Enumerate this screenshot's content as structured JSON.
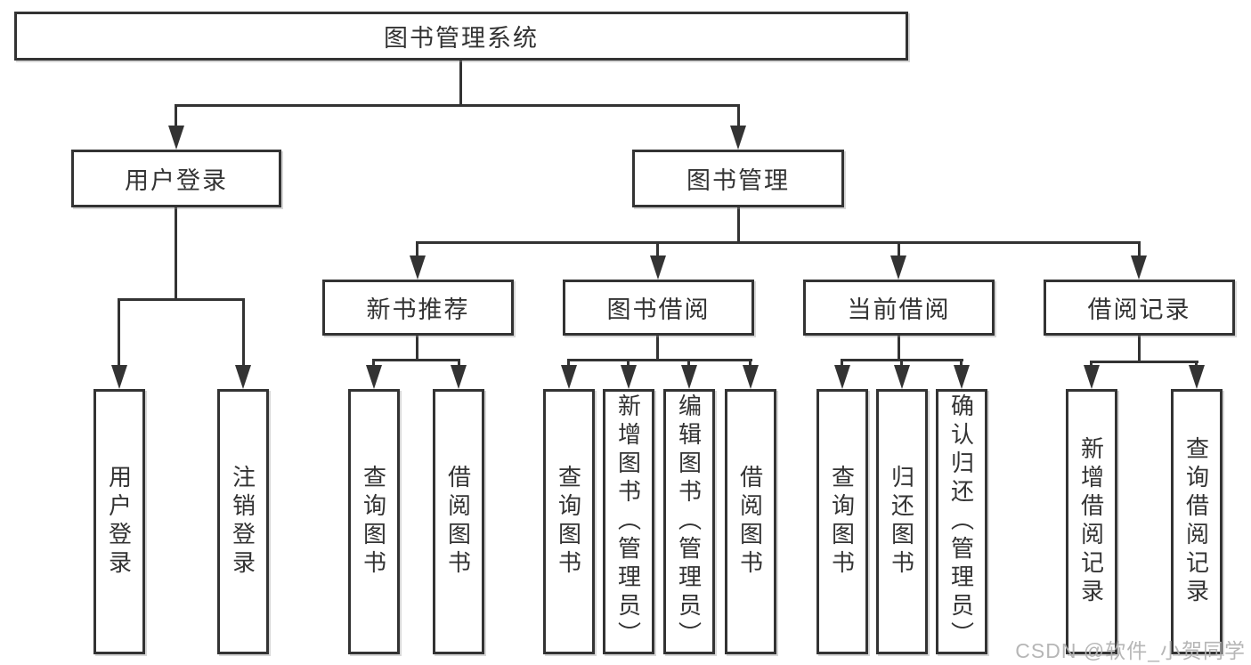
{
  "diagram": {
    "type": "hierarchy-diagram",
    "title": "图书管理系统",
    "root": {
      "label": "图书管理系统",
      "children": [
        {
          "label": "用户登录",
          "children": [
            {
              "label": "用户登录"
            },
            {
              "label": "注销登录"
            }
          ]
        },
        {
          "label": "图书管理",
          "children": [
            {
              "label": "新书推荐",
              "children": [
                {
                  "label": "查询图书"
                },
                {
                  "label": "借阅图书"
                }
              ]
            },
            {
              "label": "图书借阅",
              "children": [
                {
                  "label": "查询图书"
                },
                {
                  "label": "新增图书（管理员）"
                },
                {
                  "label": "编辑图书（管理员）"
                },
                {
                  "label": "借阅图书"
                }
              ]
            },
            {
              "label": "当前借阅",
              "children": [
                {
                  "label": "查询图书"
                },
                {
                  "label": "归还图书"
                },
                {
                  "label": "确认归还（管理员）"
                }
              ]
            },
            {
              "label": "借阅记录",
              "children": [
                {
                  "label": "新增借阅记录"
                },
                {
                  "label": "查询借阅记录"
                }
              ]
            }
          ]
        }
      ]
    }
  },
  "watermark": {
    "text": "CSDN @软件_小贺同学"
  },
  "colors": {
    "line": "#333333",
    "box_border": "#333333",
    "background": "#ffffff",
    "watermark_text": "#b2b2b2"
  }
}
